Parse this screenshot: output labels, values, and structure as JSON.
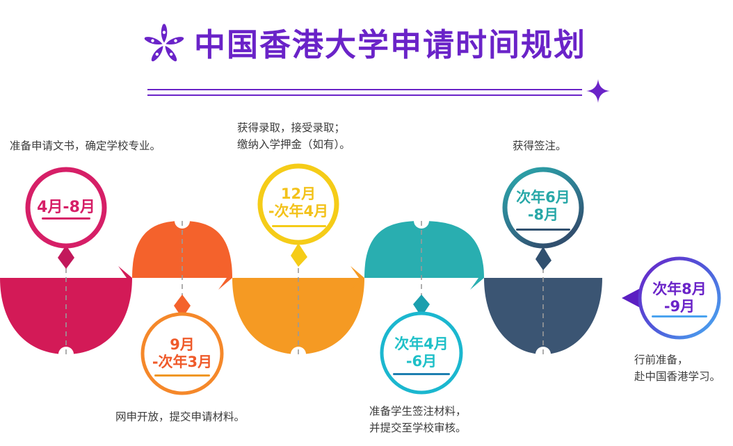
{
  "header": {
    "title": "中国香港大学申请时间规划",
    "logo_icon": "bauhinia-flower-icon",
    "sparkle_icon": "sparkle-four-point-icon",
    "accent_color": "#6a23c8"
  },
  "timeline": {
    "steps": [
      {
        "id": "step-1",
        "period_lines": [
          "4月-8月"
        ],
        "caption_lines": [
          "准备申请文书，确定学校专业。"
        ],
        "color": "#d61f67",
        "color_alt": "#c2185b",
        "text_color": "#d61f67",
        "position": "above"
      },
      {
        "id": "step-2",
        "period_lines": [
          "9月",
          "-次年3月"
        ],
        "caption_lines": [
          "网申开放，提交申请材料。"
        ],
        "color": "#f4622c",
        "color_alt": "#f5a623",
        "text_color": "#ef5a2a",
        "position": "below"
      },
      {
        "id": "step-3",
        "period_lines": [
          "12月",
          "-次年4月"
        ],
        "caption_lines": [
          "获得录取，接受录取；",
          "缴纳入学押金（如有）。"
        ],
        "color": "#f5cc18",
        "color_alt": "#f2c300",
        "text_color": "#f3c21a",
        "position": "above"
      },
      {
        "id": "step-4",
        "period_lines": [
          "次年4月",
          "-6月"
        ],
        "caption_lines": [
          "准备学生签注材料，",
          "并提交至学校审核。"
        ],
        "color": "#1bb7cf",
        "color_alt": "#17a8c4",
        "text_color": "#1fc0c8",
        "position": "below"
      },
      {
        "id": "step-5",
        "period_lines": [
          "次年6月",
          "-8月"
        ],
        "caption_lines": [
          "获得签注。"
        ],
        "color": "#2aa9ac",
        "color_alt": "#31506f",
        "text_color": "#28a8a8",
        "position": "above"
      },
      {
        "id": "step-6",
        "period_lines": [
          "次年8月",
          "-9月"
        ],
        "caption_lines": [
          "行前准备，",
          "赴中国香港学习。"
        ],
        "color": "#6a23c8",
        "color_alt": "#4aa3ef",
        "text_color": "#6a23c8",
        "position": "end"
      }
    ],
    "ribbon_colors": {
      "crimson": "#d31a57",
      "orange_red": "#f4622c",
      "orange": "#f59a23",
      "teal": "#29aeb0",
      "navy": "#3b5573"
    }
  }
}
